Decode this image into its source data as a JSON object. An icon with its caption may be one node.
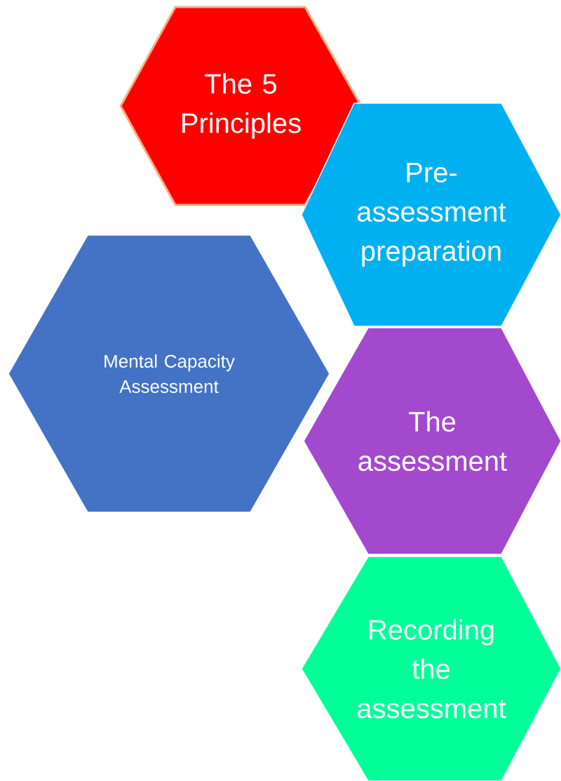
{
  "diagram": {
    "nodes": [
      {
        "text": [
          "The 5 Principles"
        ]
      },
      {
        "text": [
          "Pre- assessment preparation"
        ]
      },
      {
        "text": [
          "Mental Capacity Assessment"
        ]
      },
      {
        "text": [
          "The assessment"
        ]
      },
      {
        "text": [
          "Recording the assessment"
        ]
      }
    ]
  }
}
